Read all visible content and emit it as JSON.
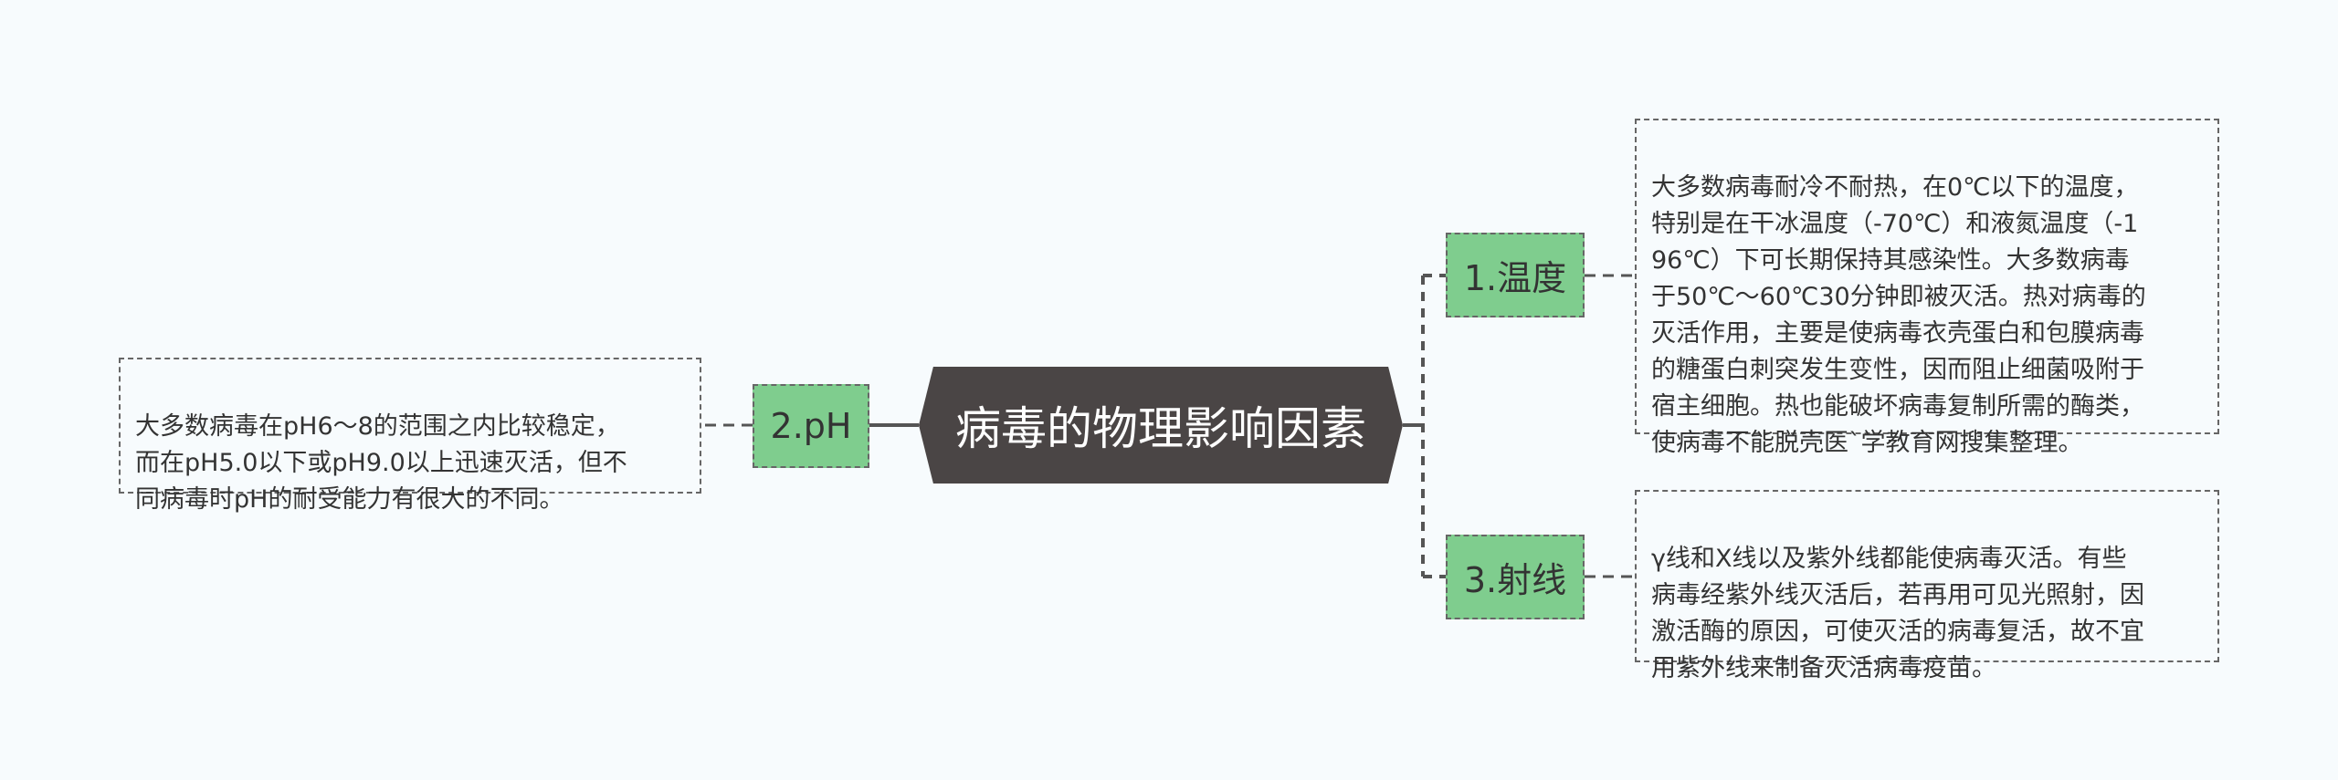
{
  "central": {
    "label": "病毒的物理影响因素"
  },
  "branches": [
    {
      "label": "1.温度",
      "detail": "大多数病毒耐冷不耐热，在0℃以下的温度，\n特别是在干冰温度（-70℃）和液氮温度（-1\n96℃）下可长期保持其感染性。大多数病毒\n于50℃～60℃30分钟即被灭活。热对病毒的\n灭活作用，主要是使病毒衣壳蛋白和包膜病毒\n的糖蛋白刺突发生变性，因而阻止细菌吸附于\n宿主细胞。热也能破坏病毒复制所需的酶类，\n使病毒不能脱壳医`学教育网搜集整理。"
    },
    {
      "label": "2.pH",
      "detail": "大多数病毒在pH6～8的范围之内比较稳定，\n而在pH5.0以下或pH9.0以上迅速灭活，但不\n同病毒时pH的耐受能力有很大的不同。"
    },
    {
      "label": "3.射线",
      "detail": "γ线和X线以及紫外线都能使病毒灭活。有些\n病毒经紫外线灭活后，若再用可见光照射，因\n激活酶的原因，可使灭活的病毒复活，故不宜\n用紫外线来制备灭活病毒疫苗。"
    }
  ],
  "colors": {
    "central_fill": "#4a4545",
    "branch_fill": "#7fcd8e",
    "line": "#555555",
    "background": "#f7fbfd"
  }
}
